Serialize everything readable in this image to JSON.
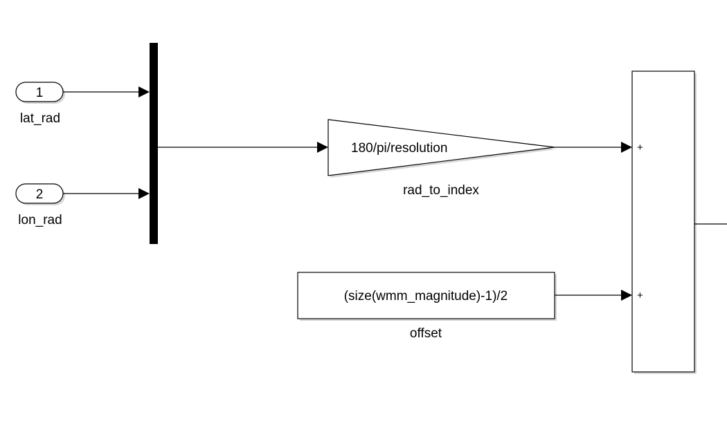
{
  "inports": [
    {
      "number": "1",
      "name": "lat_rad"
    },
    {
      "number": "2",
      "name": "lon_rad"
    }
  ],
  "gain": {
    "expression": "180/pi/resolution",
    "name": "rad_to_index"
  },
  "constant": {
    "expression": "(size(wmm_magnitude)-1)/2",
    "name": "offset"
  },
  "sum": {
    "signs": [
      "+",
      "+"
    ]
  }
}
